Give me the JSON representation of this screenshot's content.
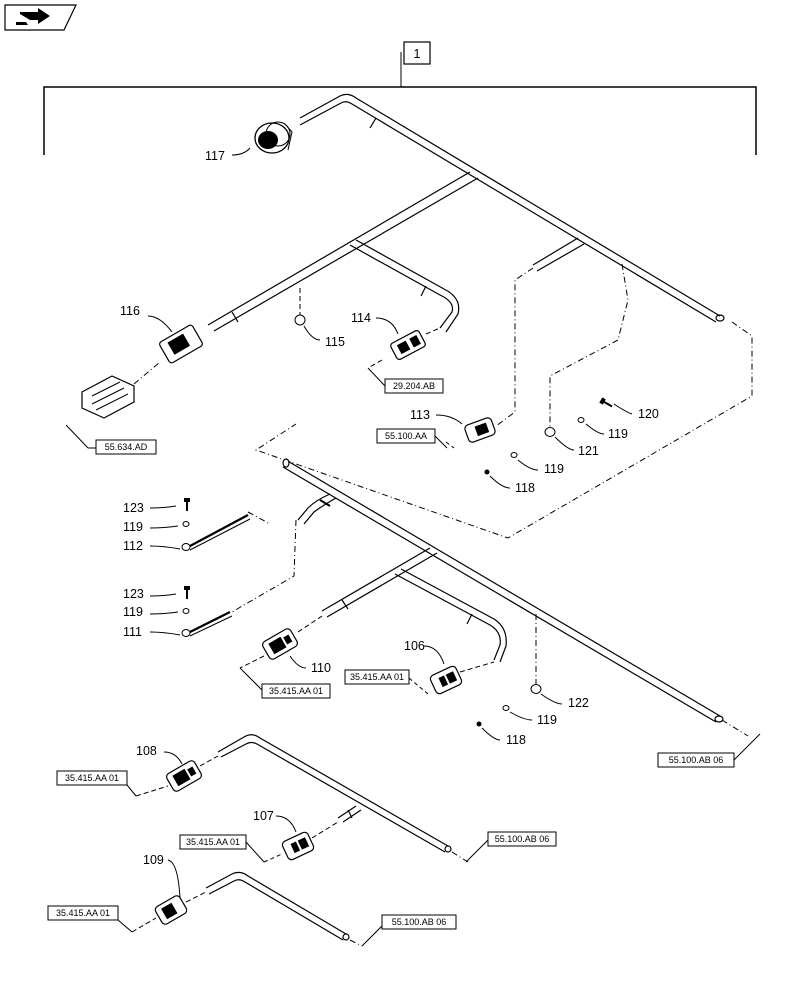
{
  "diagram": {
    "assembly_item": "1",
    "callouts": {
      "c117": "117",
      "c116": "116",
      "c115": "115",
      "c114": "114",
      "c113": "113",
      "c120": "120",
      "c119a": "119",
      "c121": "121",
      "c119b": "119",
      "c118a": "118",
      "c123a": "123",
      "c119c": "119",
      "c112": "112",
      "c123b": "123",
      "c119d": "119",
      "c111": "111",
      "c110": "110",
      "c106": "106",
      "c122": "122",
      "c119e": "119",
      "c118b": "118",
      "c108": "108",
      "c107": "107",
      "c109": "109"
    },
    "refs": {
      "r55634": "55.634.AD",
      "r29204": "29.204.AB",
      "r55100": "55.100.AA",
      "r35415a": "35.415.AA 01",
      "r35415b": "35.415.AA 01",
      "r55100ab1": "55.100.AB 06",
      "r35415c": "35.415.AA 01",
      "r35415d": "35.415.AA 01",
      "r55100ab2": "55.100.AB 06",
      "r35415e": "35.415.AA 01",
      "r55100ab3": "55.100.AB 06"
    }
  }
}
